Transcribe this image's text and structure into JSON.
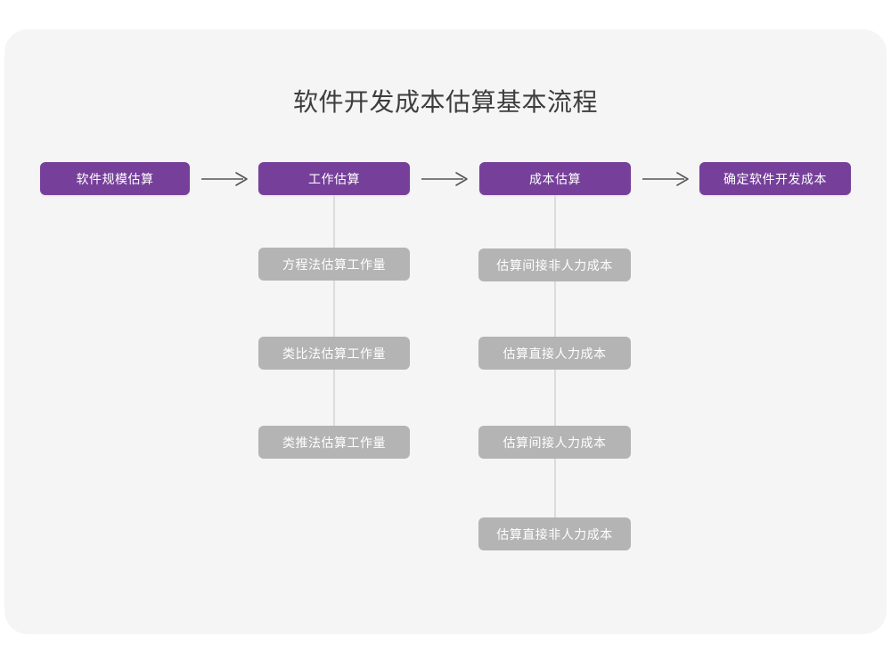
{
  "page": {
    "title": "软件开发成本估算基本流程",
    "background_color": "#ffffff",
    "panel_color": "#f5f5f5",
    "accent_color": "#76409a",
    "secondary_color": "#b4b4b4",
    "title_color": "#3d3d3d",
    "connector_color": "#dcdcdc",
    "arrow_color": "#555555"
  },
  "diagram": {
    "type": "flowchart",
    "orientation": "left-to-right with vertical sub-branches",
    "stages": [
      {
        "label": "软件规模估算",
        "has_branch": false
      },
      {
        "label": "工作估算",
        "has_branch": true
      },
      {
        "label": "成本估算",
        "has_branch": true
      },
      {
        "label": "确定软件开发成本",
        "has_branch": false
      }
    ],
    "arrows": [
      {
        "name": "arrow-right-icon",
        "from": "软件规模估算",
        "to": "工作估算"
      },
      {
        "name": "arrow-right-icon",
        "from": "工作估算",
        "to": "成本估算"
      },
      {
        "name": "arrow-right-icon",
        "from": "成本估算",
        "to": "确定软件开发成本"
      }
    ],
    "branches": [
      {
        "parent": "工作估算",
        "items": [
          "方程法估算工作量",
          "类比法估算工作量",
          "类推法估算工作量"
        ]
      },
      {
        "parent": "成本估算",
        "items": [
          "估算间接非人力成本",
          "估算直接人力成本",
          "估算间接人力成本",
          "估算直接非人力成本"
        ]
      }
    ]
  }
}
